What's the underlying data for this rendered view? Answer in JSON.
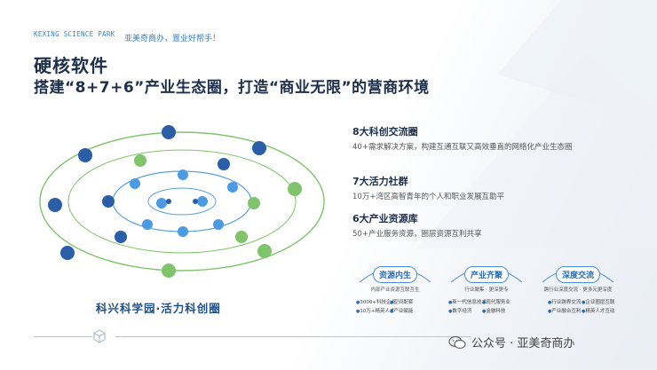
{
  "header": {
    "logo_text": "KEXING SCIENCE PARK",
    "slogan": "亚美奇商办，置业好帮手！",
    "title": "硬核软件",
    "subtitle": "搭建“8+7+6”产业生态圈，打造“商业无限”的营商环境"
  },
  "diagram": {
    "caption": "科兴科学园·活力科创圈"
  },
  "info": [
    {
      "heading": "8大科创交流圈",
      "body": "40+需求解决方案，构建互通互联又高效垂直的网络化产业生态圈"
    },
    {
      "heading": "7大活力社群",
      "body": "10万+湾区高智青年的个人和职业发展互助平"
    },
    {
      "heading": "6大产业资源库",
      "body": "50+产业服务资源，圈层资源互利共享"
    }
  ],
  "features": [
    {
      "title": "资源内生",
      "subtitle": "内部产业资源互联互生",
      "tags": [
        "3000+科技企业",
        "空间配套",
        "10万+精英人才",
        "产业赋能"
      ]
    },
    {
      "title": "产业齐聚",
      "subtitle": "行业聚集 · 更深更专",
      "tags": [
        "新一代信息技术",
        "现代服务业",
        "数字经济",
        "金融科技"
      ]
    },
    {
      "title": "深度交流",
      "subtitle": "跨行业深度交流 · 更多元更深度",
      "tags": [
        "行业跨界交流",
        "企业圈层互联",
        "产业融合互利",
        "精英人才互动"
      ]
    }
  ],
  "footer": {
    "watermark": "公众号 · 亚美奇商办"
  }
}
